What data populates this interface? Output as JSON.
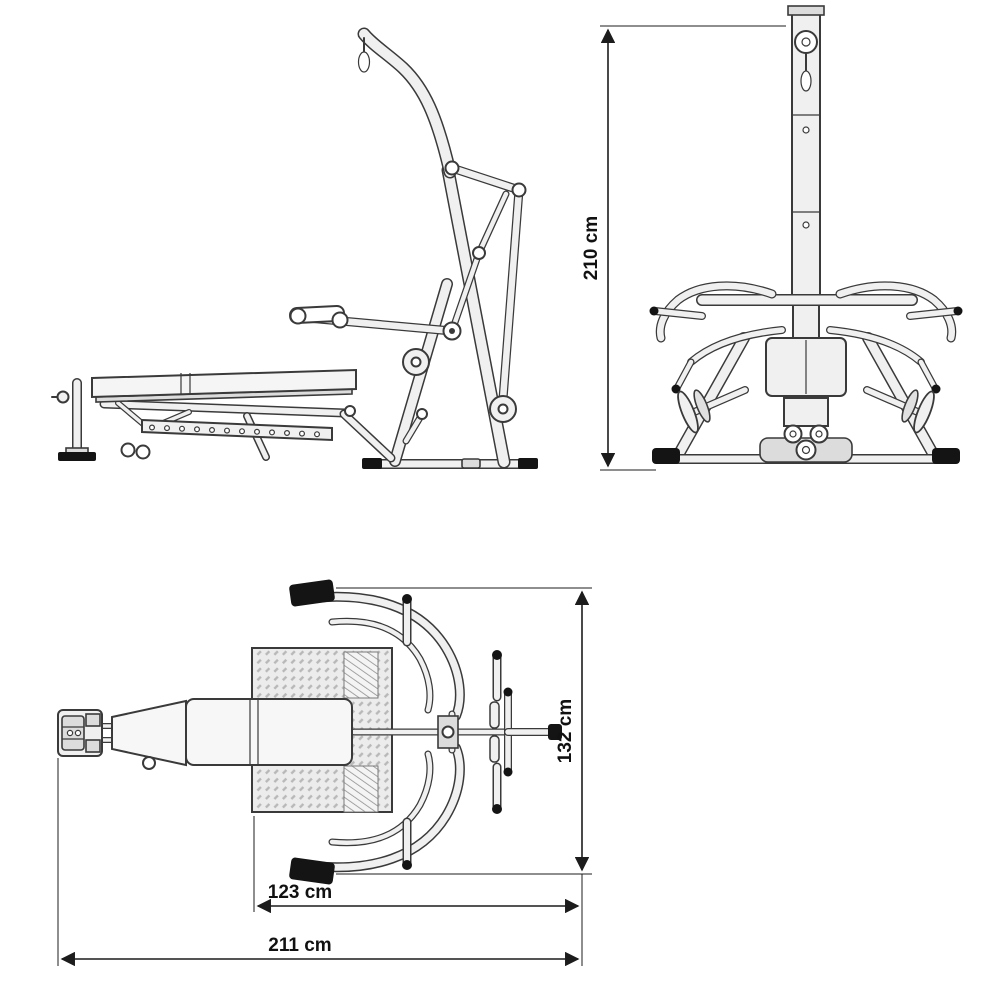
{
  "diagram": {
    "dimensions": {
      "height": "210 cm",
      "depth": "132 cm",
      "inner_length": "123 cm",
      "overall_length": "211 cm"
    },
    "colors": {
      "background": "#ffffff",
      "line": "#3a3a3a",
      "dimension_line": "#1c1c1c",
      "light_fill": "#f0f0f0",
      "mid_fill": "#dcdcdc",
      "dark_fill": "#141414",
      "text": "#111111"
    }
  }
}
